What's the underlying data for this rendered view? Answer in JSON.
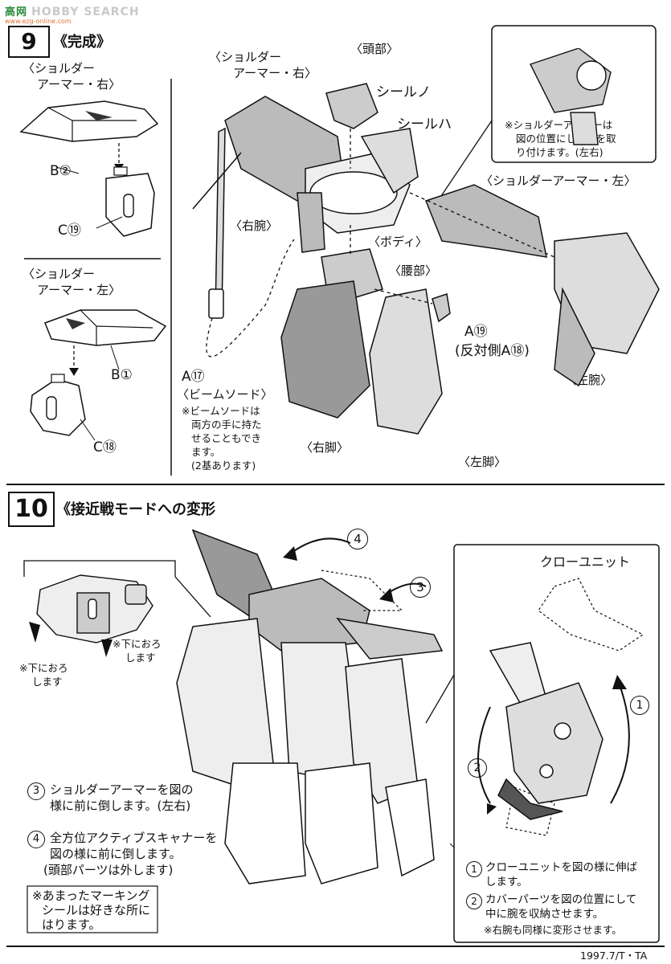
{
  "watermark": {
    "site": "HOBBY SEARCH",
    "logo_text": "高网",
    "sub": "www.ezg-online.com"
  },
  "step9": {
    "number": "9",
    "title": "《完成》",
    "labels": {
      "shoulder_right_left_panel_1": "〈ショルダー",
      "shoulder_right_left_panel_2": "アーマー・右〉",
      "b2": "B②",
      "c19": "C⑲",
      "shoulder_left_left_panel_1": "〈ショルダー",
      "shoulder_left_left_panel_2": "アーマー・左〉",
      "b1": "B①",
      "c18": "C⑱",
      "shoulder_right_main_1": "〈ショルダー",
      "shoulder_right_main_2": "アーマー・右〉",
      "head": "〈頭部〉",
      "seal_no": "シールノ",
      "seal_ha": "シールハ",
      "right_arm": "〈右腕〉",
      "body": "〈ボディ〉",
      "waist": "〈腰部〉",
      "a17": "A⑰",
      "beam_sword": "〈ビームソード〉",
      "beam_note_1": "※ビームソードは",
      "beam_note_2": "両方の手に持た",
      "beam_note_3": "せることもでき",
      "beam_note_4": "ます。",
      "beam_note_5": "(2基あります)",
      "right_leg": "〈右脚〉",
      "a23": "A⑲",
      "a22": "(反対側A⑱)",
      "left_leg": "〈左脚〉",
      "left_arm": "〈左腕〉",
      "shoulder_left_main": "〈ショルダーアーマー・左〉",
      "callout_1": "※ショルダーアーマーは",
      "callout_2": "図の位置にして腕を取",
      "callout_3": "り付けます。(左右)"
    }
  },
  "step10": {
    "number": "10",
    "title": "《接近戦モードへの変形",
    "labels": {
      "circle4": "4",
      "circle3": "3",
      "lower_1a": "※下におろ",
      "lower_1b": "します",
      "lower_2a": "※下におろ",
      "lower_2b": "します",
      "claw_unit": "クローユニット",
      "circle1": "1",
      "circle2": "2"
    },
    "instructions": [
      {
        "num": "3",
        "line1": "ショルダーアーマーを図の",
        "line2": "様に前に倒します。(左右)"
      },
      {
        "num": "4",
        "line1": "全方位アクティブスキャナーを",
        "line2": "図の様に前に倒します。",
        "line3": "(頭部パーツは外します)"
      }
    ],
    "marking_note": [
      "※あまったマーキング",
      "シールは好きな所に",
      "はります。"
    ],
    "claw_steps": [
      {
        "num": "1",
        "line1": "クローユニットを図の様に伸ば"
      },
      {
        "num": "1",
        "line2": "します。"
      },
      {
        "num": "2",
        "line1": "カバーパーツを図の位置にして"
      },
      {
        "num": "2",
        "line2": "中に腕を収納させます。"
      }
    ],
    "right_arm_note": "※右腕も同様に変形させます。"
  },
  "footer": "1997.7/T・TA"
}
